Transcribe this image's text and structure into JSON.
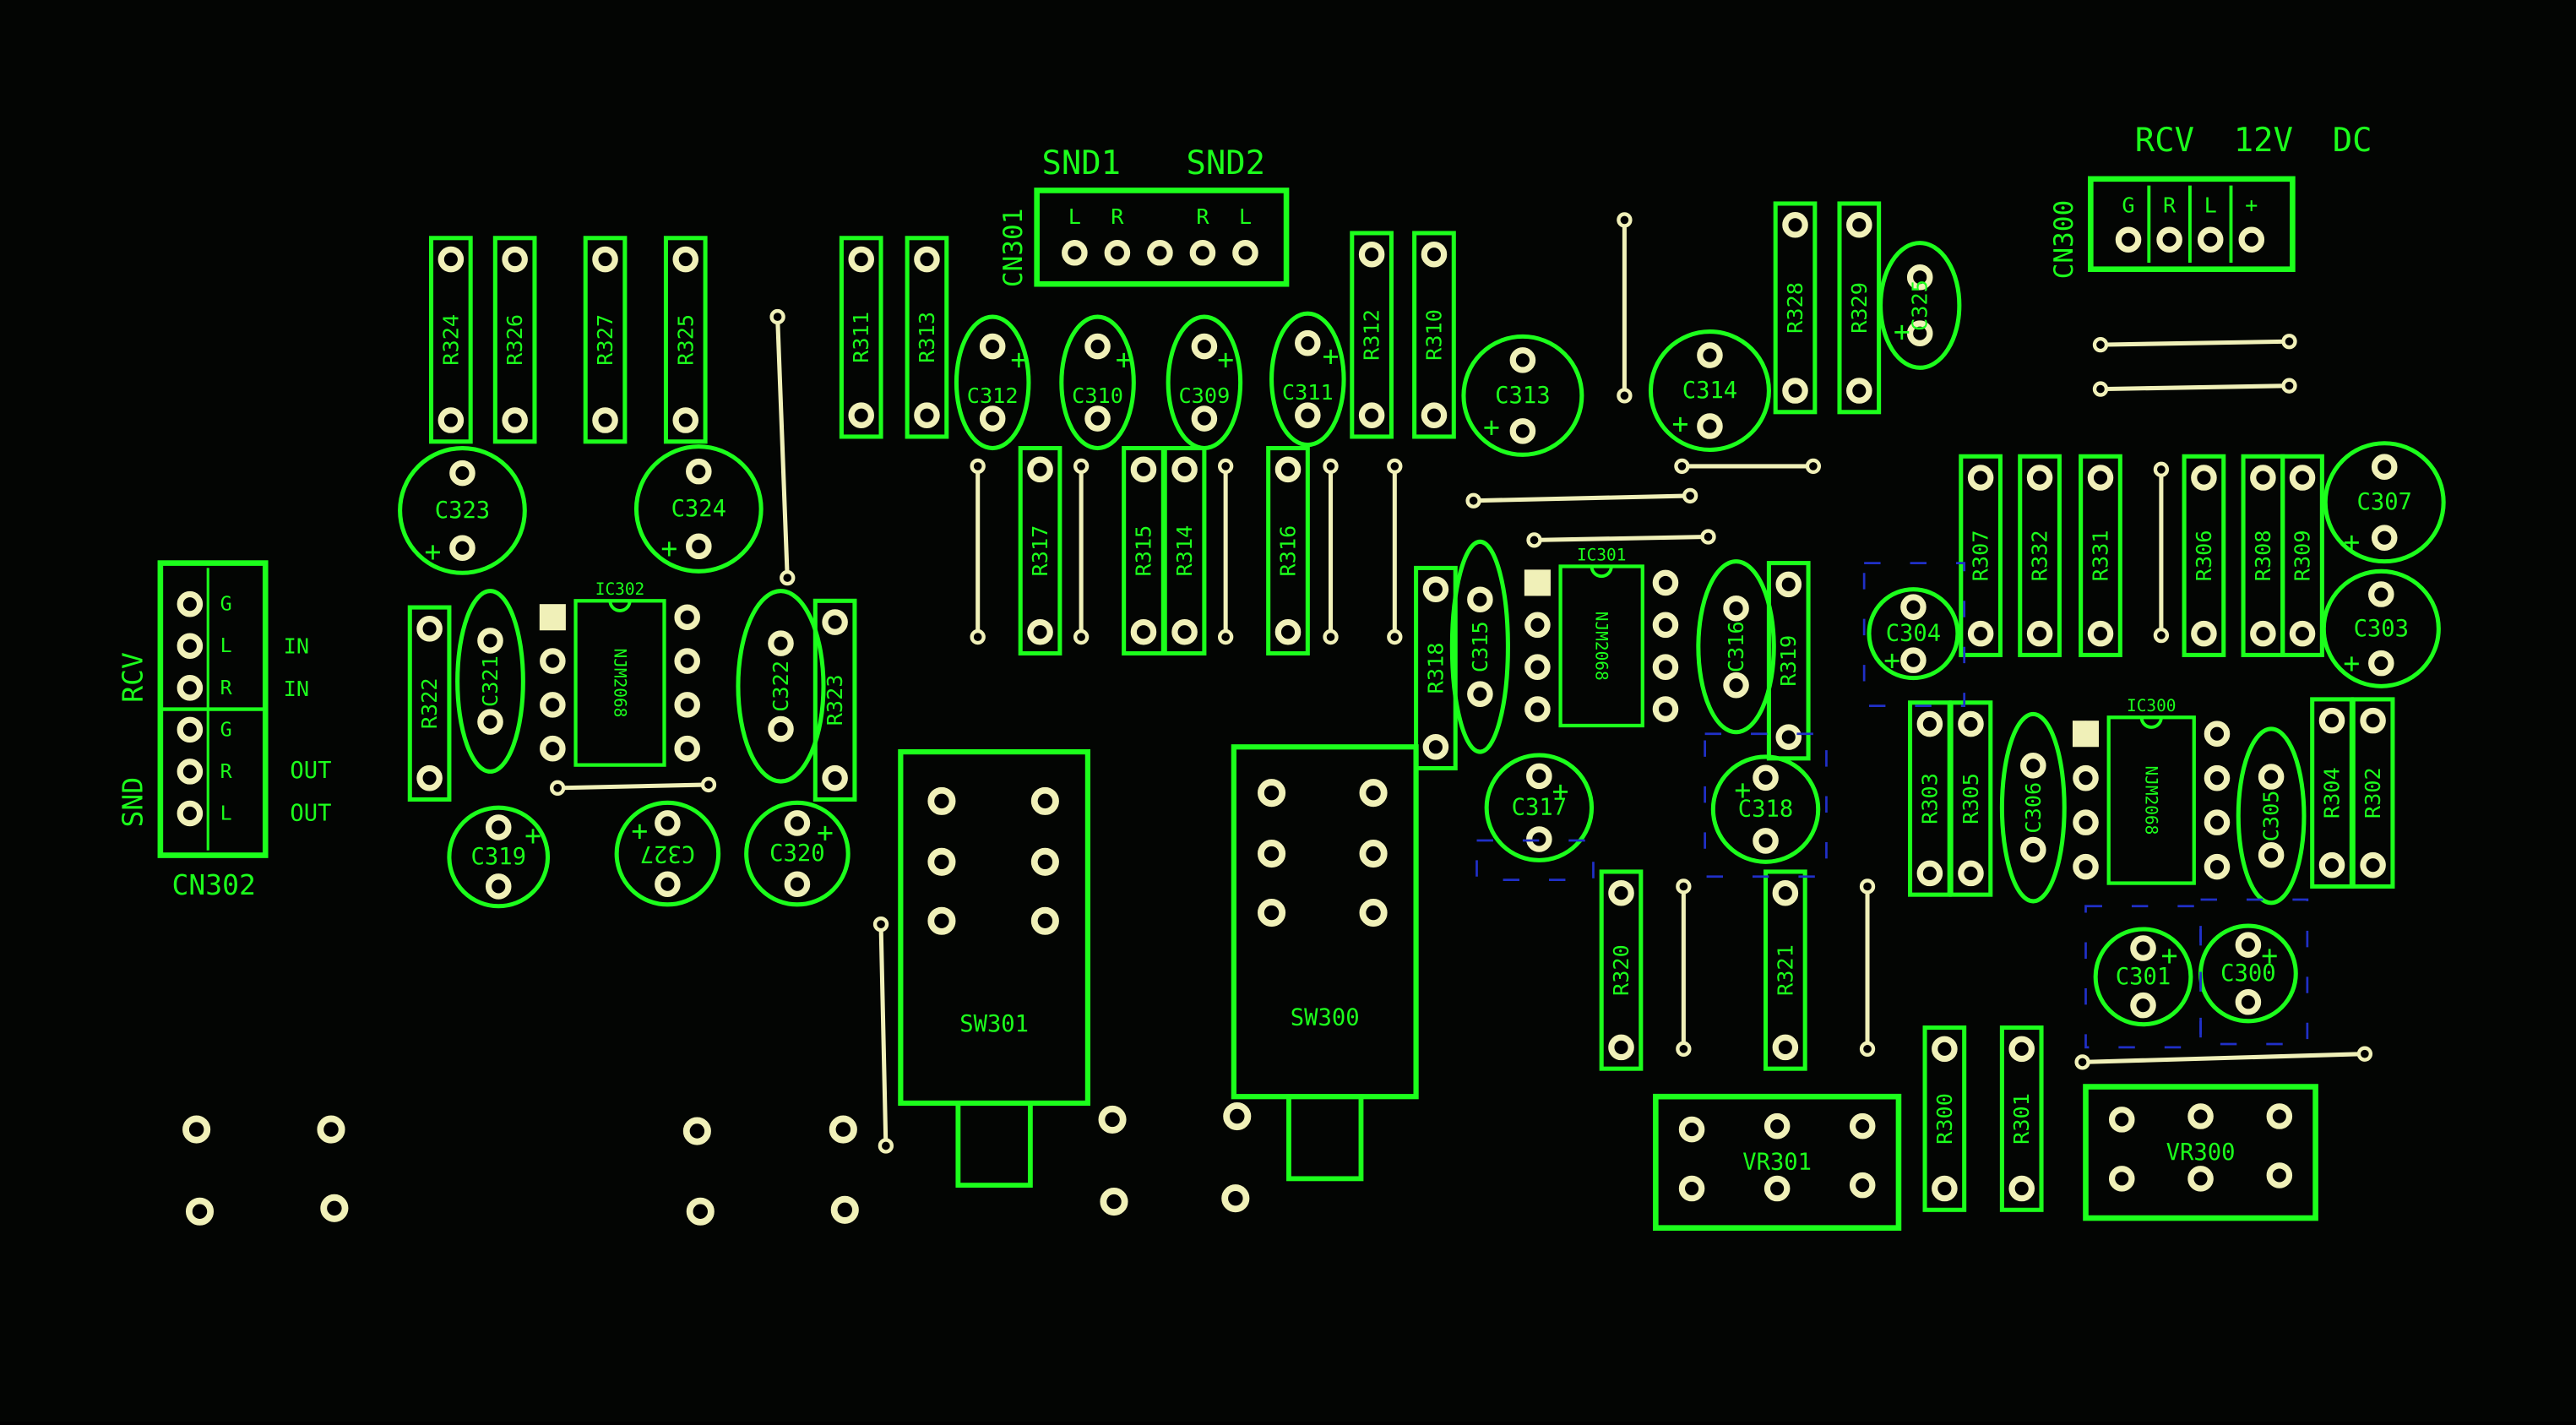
{
  "colors": {
    "board": "#030503",
    "silkscreen": "#1cff1c",
    "pad": "#f0f0b8",
    "outline_blue": "#2030c8"
  },
  "top_labels": {
    "snd1": "SND1",
    "snd2": "SND2",
    "rcv12": "RCV  12V  DC"
  },
  "connectors": {
    "cn301": {
      "ref": "CN301",
      "pins": [
        "L",
        "R",
        "",
        "R",
        "L"
      ]
    },
    "cn300": {
      "ref": "CN300",
      "pins": [
        "G",
        "R",
        "L",
        "+"
      ]
    },
    "cn302": {
      "ref": "CN302",
      "pins": [
        "G",
        "L",
        "R",
        "G",
        "R",
        "L"
      ],
      "group_labels": [
        "RCV",
        "SND"
      ],
      "side_labels": [
        "IN",
        "IN",
        "OUT",
        "OUT"
      ]
    }
  },
  "resistors": [
    "R324",
    "R326",
    "R327",
    "R325",
    "R311",
    "R313",
    "R312",
    "R310",
    "R328",
    "R329",
    "R317",
    "R315",
    "R314",
    "R316",
    "R322",
    "R323",
    "R318",
    "R319",
    "R307",
    "R332",
    "R331",
    "R306",
    "R308",
    "R309",
    "R303",
    "R305",
    "R304",
    "R302",
    "R320",
    "R321",
    "R300",
    "R301"
  ],
  "capacitors": [
    "C312",
    "C310",
    "C309",
    "C311",
    "C313",
    "C314",
    "C325",
    "C323",
    "C324",
    "C321",
    "C322",
    "C319",
    "C327",
    "C320",
    "C315",
    "C316",
    "C317",
    "C318",
    "C304",
    "C307",
    "C303",
    "C306",
    "C305",
    "C301",
    "C300"
  ],
  "ics": [
    {
      "ref": "IC302",
      "part": "NJM2068"
    },
    {
      "ref": "IC301",
      "part": "NJM2068"
    },
    {
      "ref": "IC300",
      "part": "NJM2068"
    }
  ],
  "switches": [
    "SW301",
    "SW300"
  ],
  "pots": [
    "VR301",
    "VR300"
  ]
}
